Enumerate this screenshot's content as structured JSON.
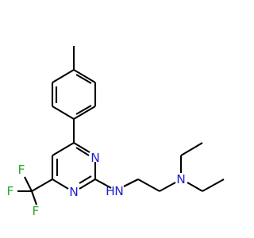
{
  "molecule": {
    "atoms": {
      "n_pyr_top": "N",
      "n_pyr_bottom": "N",
      "nh_n": "N",
      "nh_h": "H",
      "n_amine": "N",
      "f_top": "F",
      "f_left": "F",
      "f_bottom": "F"
    },
    "colors": {
      "bond": "#000000",
      "nitrogen": "#1f1fd0",
      "fluorine": "#2ea82e",
      "background": "#ffffff"
    }
  }
}
